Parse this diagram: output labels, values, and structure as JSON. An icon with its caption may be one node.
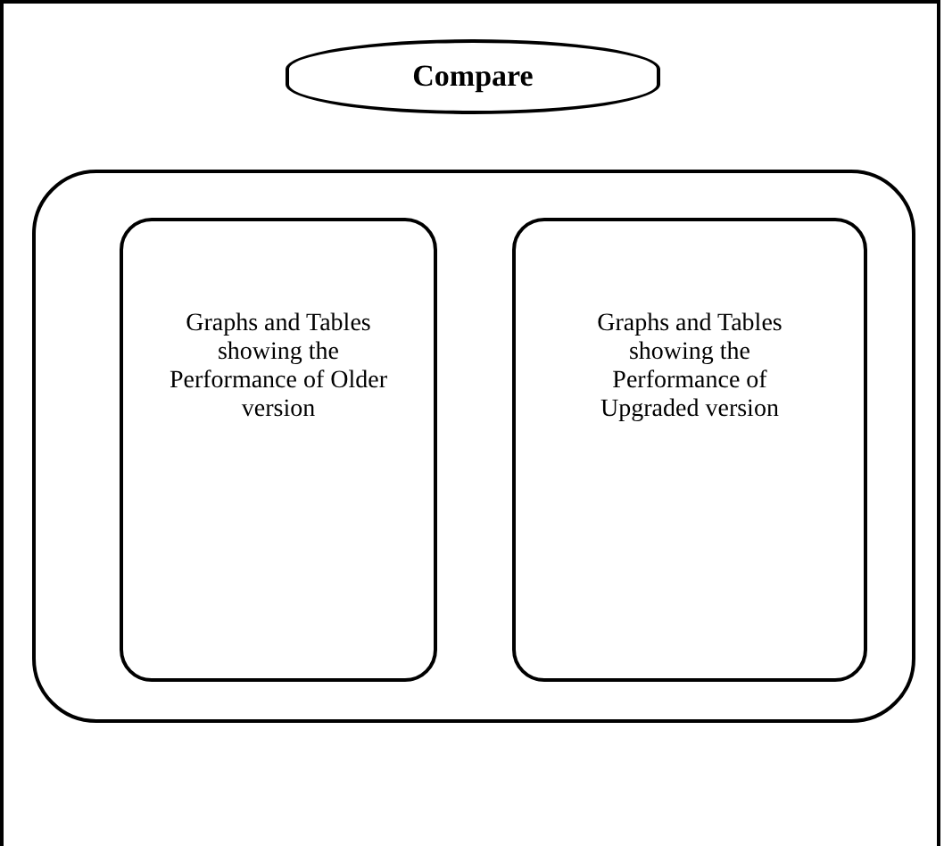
{
  "diagram": {
    "nodes": [
      {
        "text": [
          "Compare"
        ]
      },
      {
        "text": [],
        "shape": "box"
      },
      {
        "text": [
          "Graphs and Tables showing the Performance of Older version"
        ],
        "in": 1
      },
      {
        "text": [
          "Graphs and Tables showing the Performance of Upgraded version"
        ],
        "in": 1
      }
    ]
  }
}
